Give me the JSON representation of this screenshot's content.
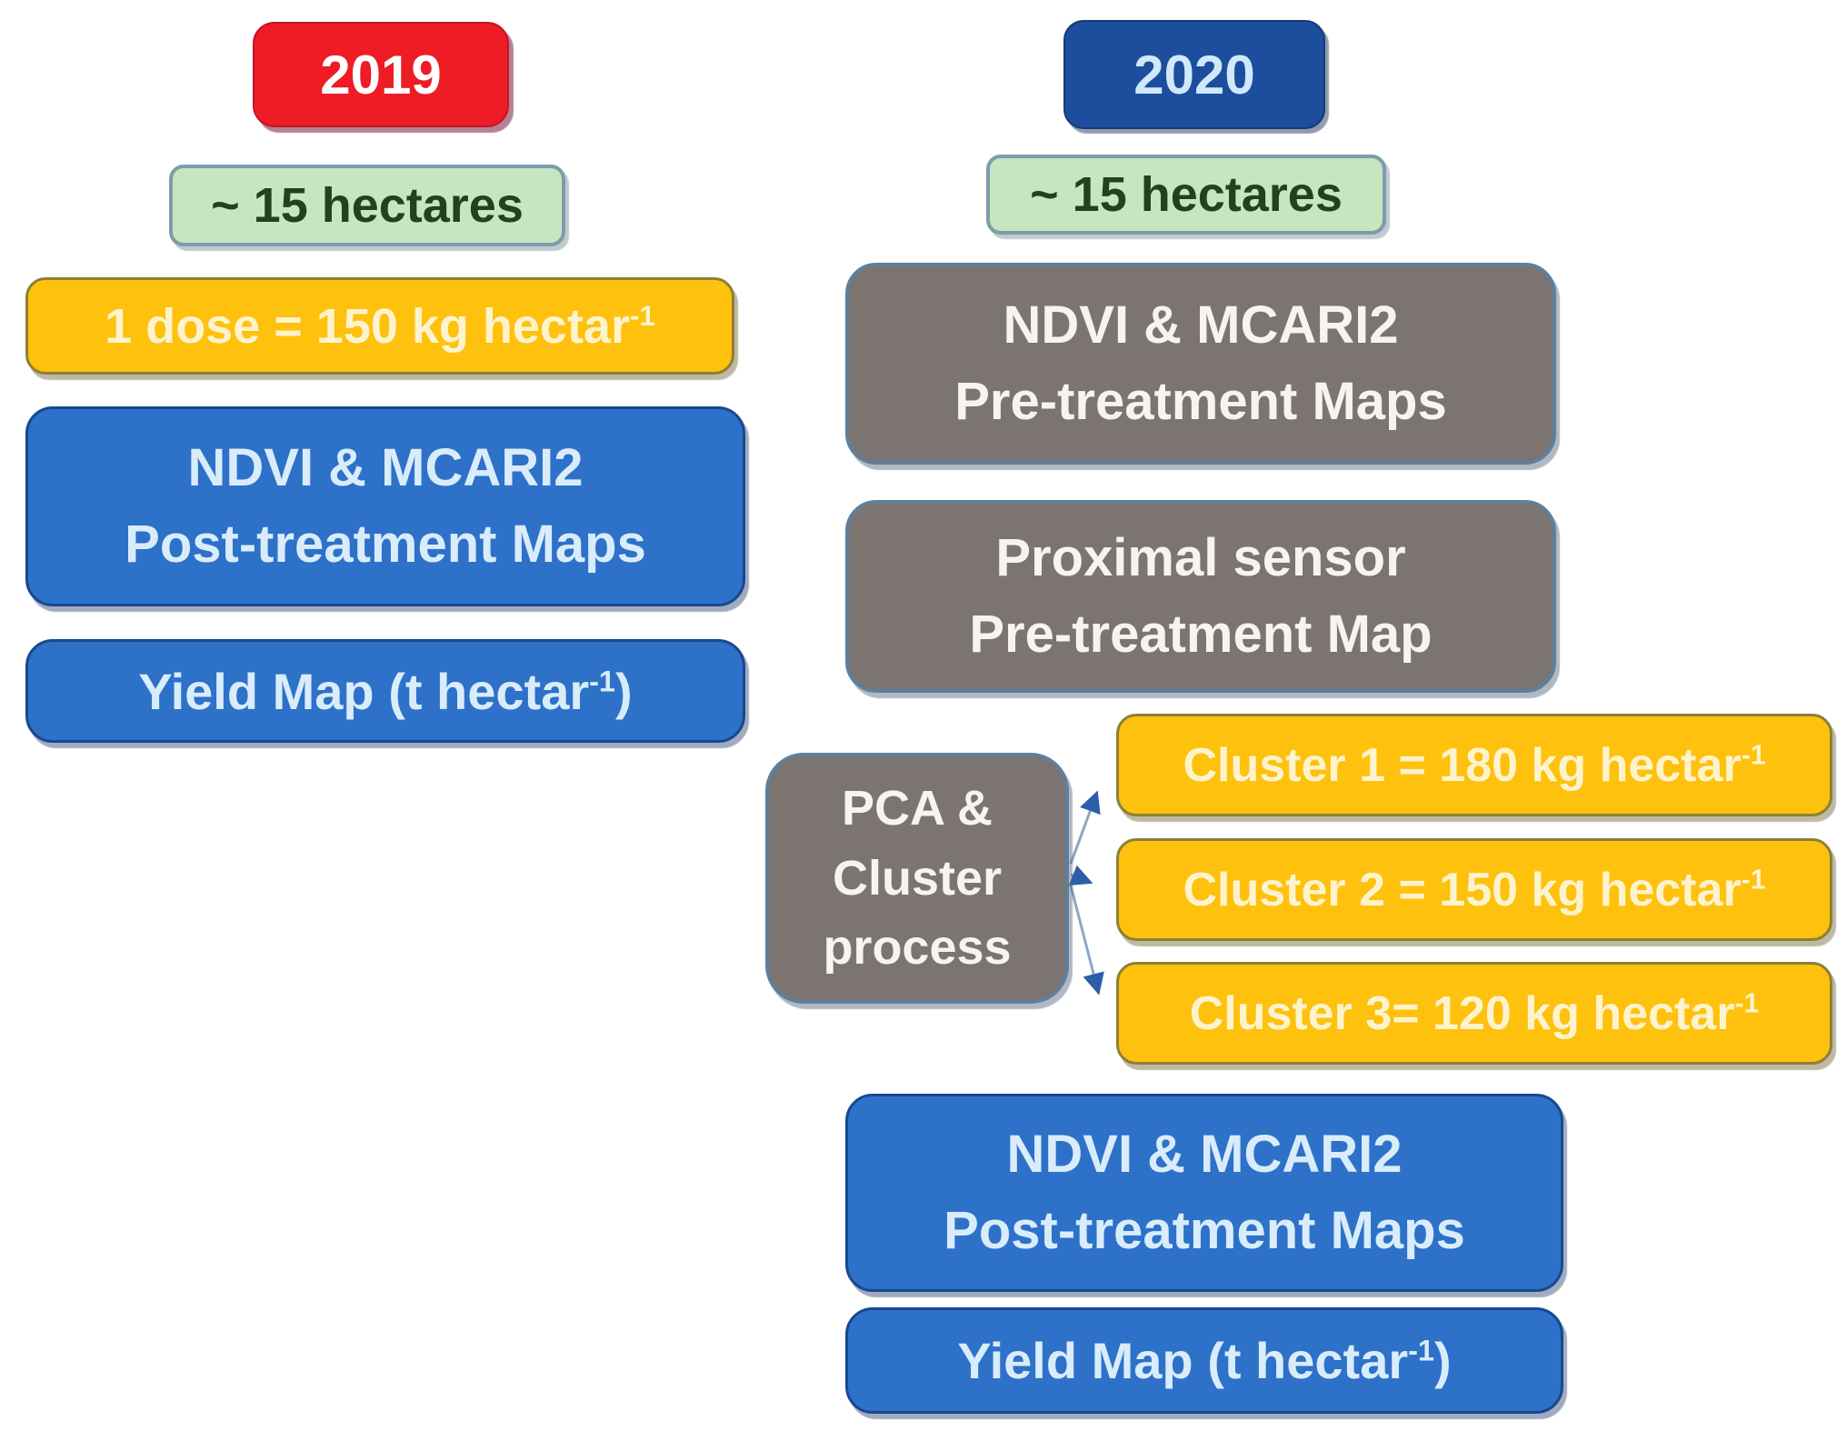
{
  "figure": {
    "left": {
      "year_label": "2019",
      "area_label": "~ 15 hectares",
      "dose": {
        "main": "1 dose = 150 kg hectar",
        "sup": "-1"
      },
      "post_maps": {
        "line1": "NDVI & MCARI2",
        "line2": "Post-treatment Maps"
      },
      "yield_map": {
        "main": "Yield Map (t hectar",
        "sup": "-1",
        "close": ")"
      }
    },
    "right": {
      "year_label": "2020",
      "area_label": "~ 15 hectares",
      "pre_maps": {
        "line1": "NDVI & MCARI2",
        "line2": "Pre-treatment Maps"
      },
      "proximal": {
        "line1": "Proximal sensor",
        "line2": "Pre-treatment Map"
      },
      "pca": {
        "line1": "PCA &",
        "line2": "Cluster",
        "line3": "process"
      },
      "clusters": [
        {
          "main": "Cluster 1 = 180 kg hectar",
          "sup": "-1"
        },
        {
          "main": "Cluster 2 = 150 kg hectar",
          "sup": "-1"
        },
        {
          "main": "Cluster 3= 120 kg hectar",
          "sup": "-1"
        }
      ],
      "post_maps": {
        "line1": "NDVI & MCARI2",
        "line2": "Post-treatment Maps"
      },
      "yield_map": {
        "main": "Yield Map (t hectar",
        "sup": "-1",
        "close": ")"
      }
    },
    "colors": {
      "year_2019_bg": "#ee1c24",
      "year_2020_bg": "#1d4e9e",
      "area_bg": "#c7e6c0",
      "dose_bg": "#fec10d",
      "treatment_blue_bg": "#2d71c9",
      "process_gray_bg": "#7b7470",
      "arrow": "#2c5ea8"
    }
  }
}
